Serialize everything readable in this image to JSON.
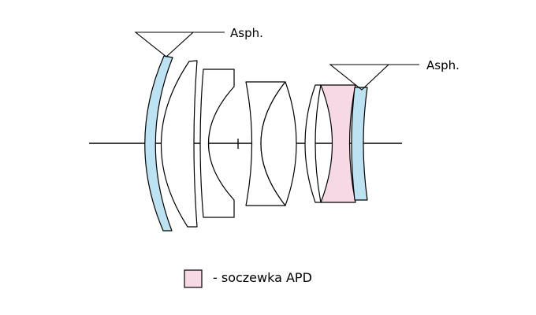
{
  "callouts": {
    "front_asph_label": "Asph.",
    "rear_asph_label": "Asph."
  },
  "legend": {
    "text": "- soczewka APD"
  },
  "colors": {
    "aspherical_fill": "#bde2f2",
    "apd_fill": "#f7d9e5",
    "clear_fill": "#ffffff",
    "outline": "#000000"
  }
}
